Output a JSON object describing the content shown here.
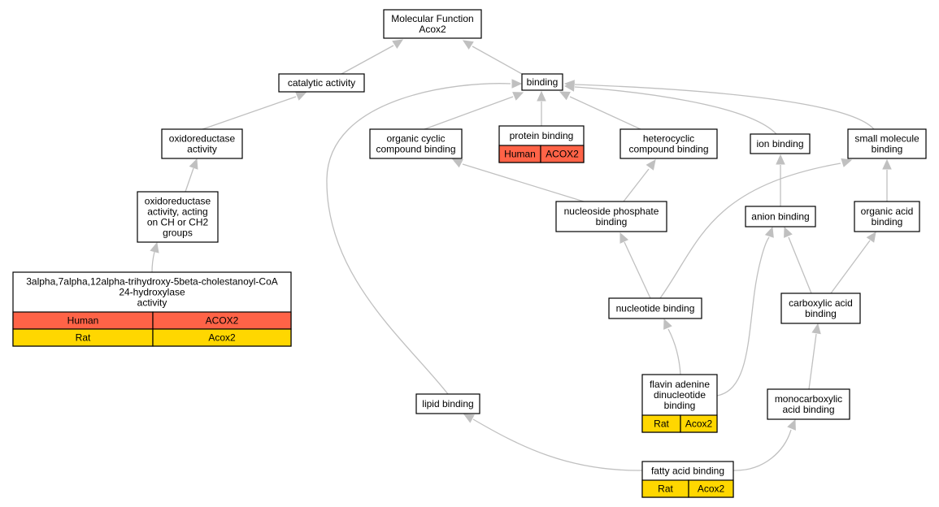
{
  "colors": {
    "human": "#ff6347",
    "rat": "#ffd700",
    "edge": "#c0c0c0",
    "box_border": "#000000",
    "background": "#ffffff"
  },
  "nodes": [
    {
      "id": "mf",
      "lines": [
        "Molecular Function",
        "Acox2"
      ]
    },
    {
      "id": "catalytic",
      "lines": [
        "catalytic activity"
      ]
    },
    {
      "id": "binding",
      "lines": [
        "binding"
      ]
    },
    {
      "id": "oxidoreductase",
      "lines": [
        "oxidoreductase",
        "activity"
      ]
    },
    {
      "id": "organic_cyclic",
      "lines": [
        "organic cyclic",
        "compound binding"
      ]
    },
    {
      "id": "protein",
      "lines": [
        "protein binding"
      ],
      "rows": [
        {
          "species": "Human",
          "gene": "ACOX2",
          "color": "human"
        }
      ]
    },
    {
      "id": "heterocyclic",
      "lines": [
        "heterocyclic",
        "compound binding"
      ]
    },
    {
      "id": "ion",
      "lines": [
        "ion binding"
      ]
    },
    {
      "id": "small_molecule",
      "lines": [
        "small molecule",
        "binding"
      ]
    },
    {
      "id": "oxido_ch",
      "lines": [
        "oxidoreductase",
        "activity, acting",
        "on CH or CH2",
        "groups"
      ]
    },
    {
      "id": "nucleoside_phosphate",
      "lines": [
        "nucleoside phosphate",
        "binding"
      ]
    },
    {
      "id": "anion",
      "lines": [
        "anion binding"
      ]
    },
    {
      "id": "organic_acid",
      "lines": [
        "organic acid",
        "binding"
      ]
    },
    {
      "id": "hydroxylase",
      "lines": [
        "3alpha,7alpha,12alpha-trihydroxy-5beta-cholestanoyl-CoA",
        "24-hydroxylase",
        "activity"
      ],
      "rows": [
        {
          "species": "Human",
          "gene": "ACOX2",
          "color": "human"
        },
        {
          "species": "Rat",
          "gene": "Acox2",
          "color": "rat"
        }
      ]
    },
    {
      "id": "nucleotide",
      "lines": [
        "nucleotide binding"
      ]
    },
    {
      "id": "carboxylic",
      "lines": [
        "carboxylic acid",
        "binding"
      ]
    },
    {
      "id": "fad",
      "lines": [
        "flavin adenine",
        "dinucleotide",
        "binding"
      ],
      "rows": [
        {
          "species": "Rat",
          "gene": "Acox2",
          "color": "rat"
        }
      ]
    },
    {
      "id": "lipid",
      "lines": [
        "lipid binding"
      ]
    },
    {
      "id": "monocarboxylic",
      "lines": [
        "monocarboxylic",
        "acid binding"
      ]
    },
    {
      "id": "fatty_acid",
      "lines": [
        "fatty acid binding"
      ],
      "rows": [
        {
          "species": "Rat",
          "gene": "Acox2",
          "color": "rat"
        }
      ]
    }
  ],
  "edges": [
    {
      "from": "catalytic",
      "to": "mf"
    },
    {
      "from": "binding",
      "to": "mf"
    },
    {
      "from": "oxidoreductase",
      "to": "catalytic"
    },
    {
      "from": "oxido_ch",
      "to": "oxidoreductase"
    },
    {
      "from": "hydroxylase",
      "to": "oxido_ch"
    },
    {
      "from": "organic_cyclic",
      "to": "binding"
    },
    {
      "from": "protein",
      "to": "binding"
    },
    {
      "from": "heterocyclic",
      "to": "binding"
    },
    {
      "from": "ion",
      "to": "binding"
    },
    {
      "from": "small_molecule",
      "to": "binding"
    },
    {
      "from": "lipid",
      "to": "binding"
    },
    {
      "from": "nucleoside_phosphate",
      "to": "organic_cyclic"
    },
    {
      "from": "nucleoside_phosphate",
      "to": "heterocyclic"
    },
    {
      "from": "anion",
      "to": "ion"
    },
    {
      "from": "organic_acid",
      "to": "small_molecule"
    },
    {
      "from": "nucleotide",
      "to": "small_molecule"
    },
    {
      "from": "nucleotide",
      "to": "nucleoside_phosphate"
    },
    {
      "from": "carboxylic",
      "to": "anion"
    },
    {
      "from": "carboxylic",
      "to": "organic_acid"
    },
    {
      "from": "fad",
      "to": "nucleotide"
    },
    {
      "from": "fad",
      "to": "anion"
    },
    {
      "from": "monocarboxylic",
      "to": "carboxylic"
    },
    {
      "from": "fatty_acid",
      "to": "lipid"
    },
    {
      "from": "fatty_acid",
      "to": "monocarboxylic"
    }
  ]
}
